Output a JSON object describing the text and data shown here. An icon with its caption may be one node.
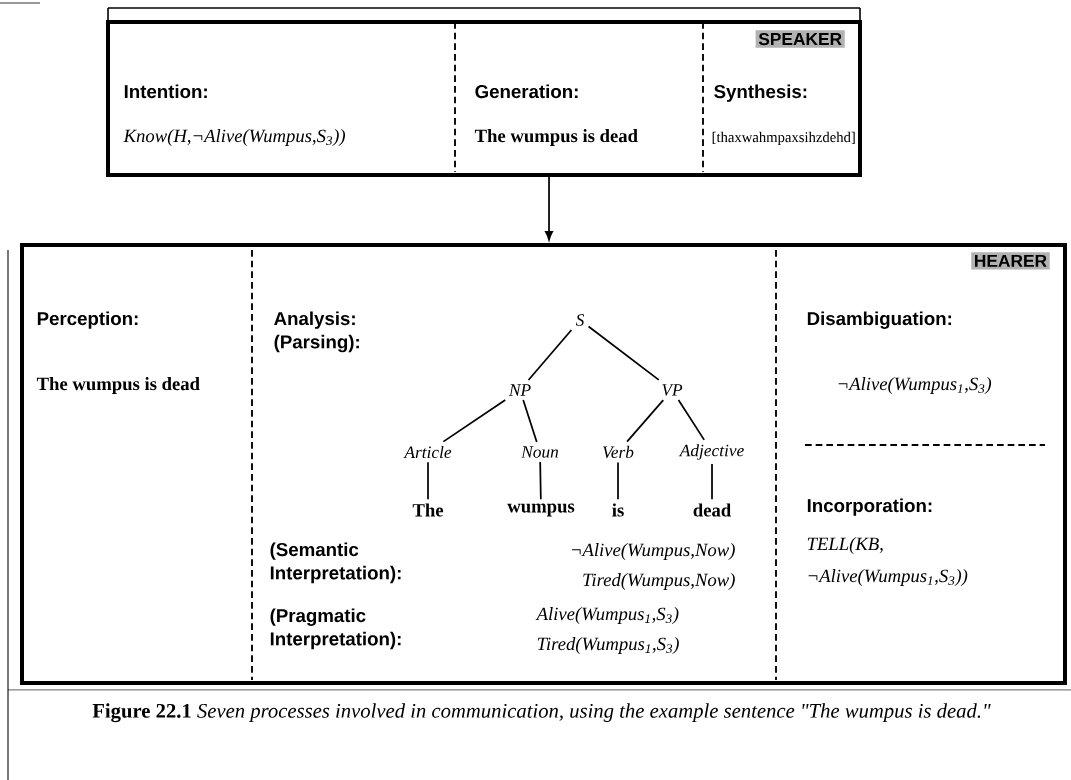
{
  "diagram": {
    "nodes": [
      {
        "text": [
          "SPEAKER"
        ]
      },
      {
        "text": [
          "Intention:",
          "Know(H,¬Alive(Wumpus,S$_{3}$))"
        ],
        "in": 0
      },
      {
        "text": [
          "Generation:",
          "The wumpus is dead"
        ],
        "in": 0
      },
      {
        "text": [
          "Synthesis:",
          "[thaxwahmpaxsihzdehd]"
        ],
        "in": 0
      },
      {
        "text": [
          "HEARER"
        ]
      },
      {
        "text": [
          "Perception:",
          "The wumpus is dead"
        ],
        "in": 4
      },
      {
        "text": [
          "Analysis: (Parsing):",
          "(Semantic Interpretation):",
          "¬Alive(Wumpus,Now)",
          "Tired(Wumpus,Now)",
          "(Pragmatic Interpretation):",
          "Alive(Wumpus$_{1}$,S$_{3}$)",
          "Tired(Wumpus$_{1}$,S$_{3}$)"
        ],
        "in": 4
      },
      {
        "text": [
          "Disambiguation:",
          "¬Alive(Wumpus$_{1}$,S$_{3}$)"
        ],
        "in": 4
      },
      {
        "text": [
          "Incorporation:",
          "TELL(KB, ¬Alive(Wumpus$_{1}$,S$_{3}$))"
        ],
        "in": 4
      },
      {
        "text": [
          "S"
        ],
        "in": 6
      },
      {
        "text": [
          "NP"
        ],
        "in": 6
      },
      {
        "text": [
          "VP"
        ],
        "in": 6
      },
      {
        "text": [
          "Article"
        ],
        "in": 6
      },
      {
        "text": [
          "Noun"
        ],
        "in": 6
      },
      {
        "text": [
          "Verb"
        ],
        "in": 6
      },
      {
        "text": [
          "Adjective"
        ],
        "in": 6
      },
      {
        "text": [
          "The"
        ],
        "in": 6
      },
      {
        "text": [
          "wumpus"
        ],
        "in": 6
      },
      {
        "text": [
          "is"
        ],
        "in": 6
      },
      {
        "text": [
          "dead"
        ],
        "in": 6
      }
    ],
    "edges": [
      {
        "from": 0,
        "to": 4,
        "arrow": "to"
      },
      {
        "from": 9,
        "to": 10,
        "arrow": "none"
      },
      {
        "from": 9,
        "to": 11,
        "arrow": "none"
      },
      {
        "from": 10,
        "to": 12,
        "arrow": "none"
      },
      {
        "from": 10,
        "to": 13,
        "arrow": "none"
      },
      {
        "from": 11,
        "to": 14,
        "arrow": "none"
      },
      {
        "from": 11,
        "to": 15,
        "arrow": "none"
      },
      {
        "from": 12,
        "to": 16,
        "arrow": "none"
      },
      {
        "from": 13,
        "to": 17,
        "arrow": "none"
      },
      {
        "from": 14,
        "to": 18,
        "arrow": "none"
      },
      {
        "from": 15,
        "to": 19,
        "arrow": "none"
      }
    ],
    "caption": "**Figure 22.1** *Seven processes involved in communication, using the example sentence \"The wumpus is dead.\"*"
  }
}
